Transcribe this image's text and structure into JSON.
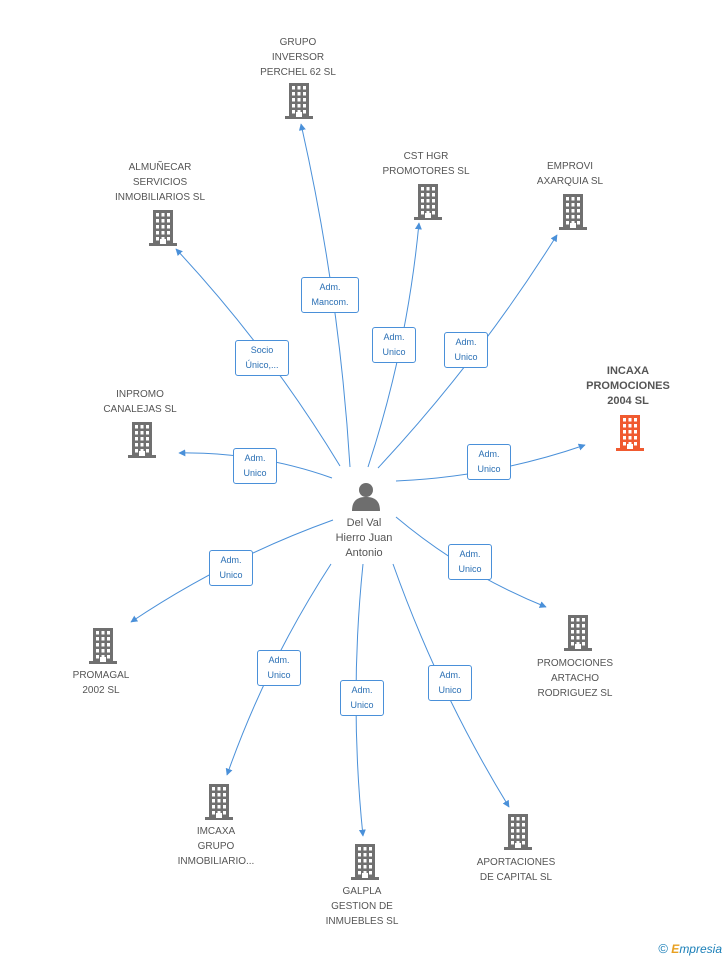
{
  "center": {
    "name": "Del Val\nHierro Juan\nAntonio"
  },
  "companies": [
    {
      "id": "grupo-inversor",
      "name": "GRUPO\nINVERSOR\nPERCHEL 62 SL",
      "relation": "Adm.\nMancom."
    },
    {
      "id": "cst-hgr",
      "name": "CST HGR\nPROMOTORES SL",
      "relation": "Adm.\nUnico"
    },
    {
      "id": "emprovi",
      "name": "EMPROVI\nAXARQUIA SL",
      "relation": "Adm.\nUnico"
    },
    {
      "id": "almunecar",
      "name": "ALMUÑECAR\nSERVICIOS\nINMOBILIARIOS SL",
      "relation": "Socio\nÚnico,..."
    },
    {
      "id": "inpromo",
      "name": "INPROMO\nCANALEJAS SL",
      "relation": "Adm.\nUnico"
    },
    {
      "id": "incaxa",
      "name": "INCAXA\nPROMOCIONES\n2004 SL",
      "relation": "Adm.\nUnico",
      "highlight": true
    },
    {
      "id": "promagal",
      "name": "PROMAGAL\n2002 SL",
      "relation": "Adm.\nUnico"
    },
    {
      "id": "promociones-artacho",
      "name": "PROMOCIONES\nARTACHO\nRODRIGUEZ  SL",
      "relation": "Adm.\nUnico"
    },
    {
      "id": "imcaxa",
      "name": "IMCAXA\nGRUPO\nINMOBILIARIO...",
      "relation": "Adm.\nUnico"
    },
    {
      "id": "galpla",
      "name": "GALPLA\nGESTION DE\nINMUEBLES SL",
      "relation": "Adm.\nUnico"
    },
    {
      "id": "aportaciones",
      "name": "APORTACIONES\nDE CAPITAL SL",
      "relation": "Adm.\nUnico"
    }
  ],
  "brand": {
    "copyright": "©",
    "initial": "E",
    "rest": "mpresia"
  },
  "colors": {
    "edge": "#4a90d9",
    "building": "#707070",
    "highlight": "#f05a30",
    "person": "#6e6e6e"
  }
}
